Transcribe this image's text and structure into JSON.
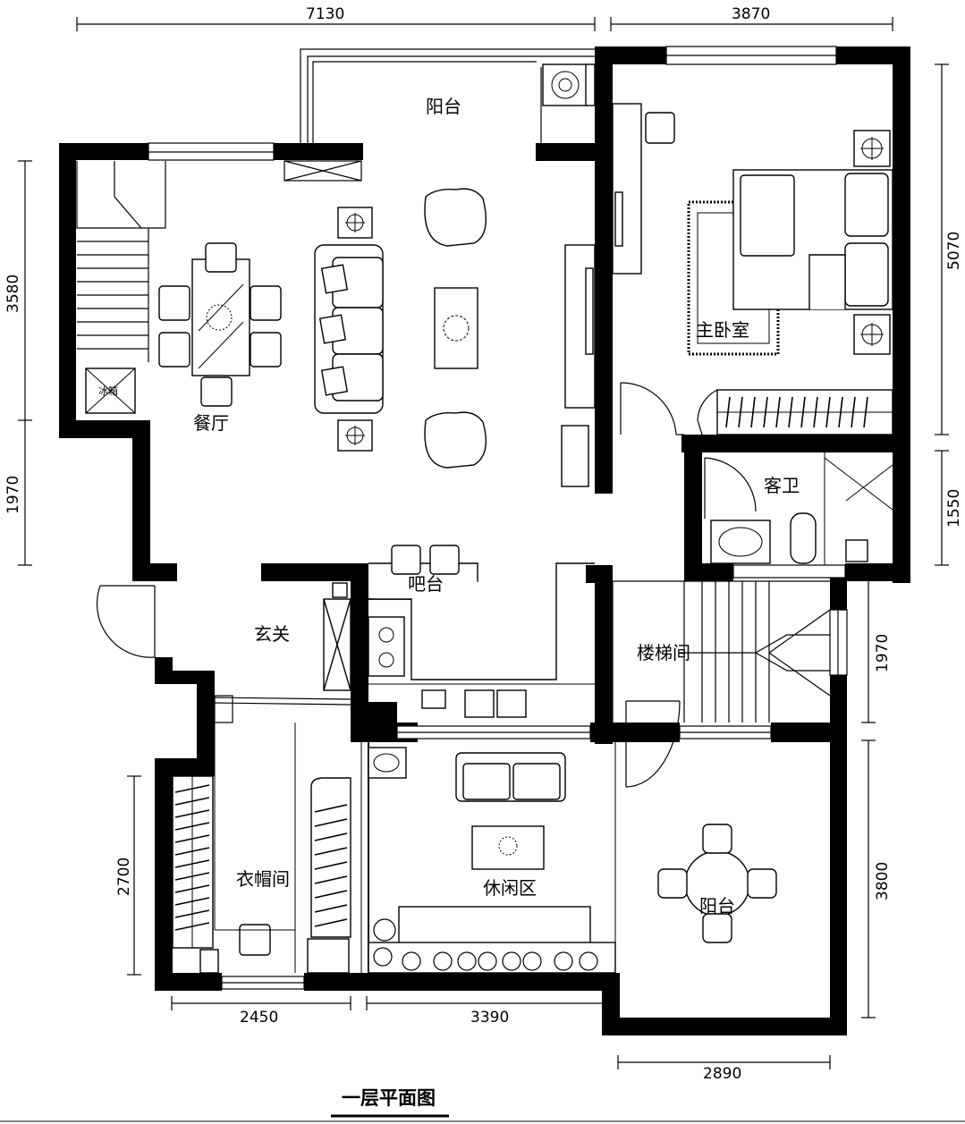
{
  "title": "一层平面图",
  "rooms": {
    "balcony_top": "阳台",
    "master_bedroom": "主卧室",
    "dining": "餐厅",
    "guest_bath": "客卫",
    "bar": "吧台",
    "foyer": "玄关",
    "stairwell": "楼梯间",
    "cloakroom": "衣帽间",
    "lounge": "休闲区",
    "balcony_bottom": "阳台"
  },
  "fixtures": {
    "fridge": "冰箱"
  },
  "dimensions": {
    "top_left": "7130",
    "top_right": "3870",
    "left_upper": "3580",
    "left_lower": "1970",
    "right_upper": "5070",
    "right_middle": "1550",
    "right_stair": "1970",
    "right_lower": "3800",
    "left_cloak": "2700",
    "bottom_left": "2450",
    "bottom_mid": "3390",
    "bottom_right": "2890"
  }
}
